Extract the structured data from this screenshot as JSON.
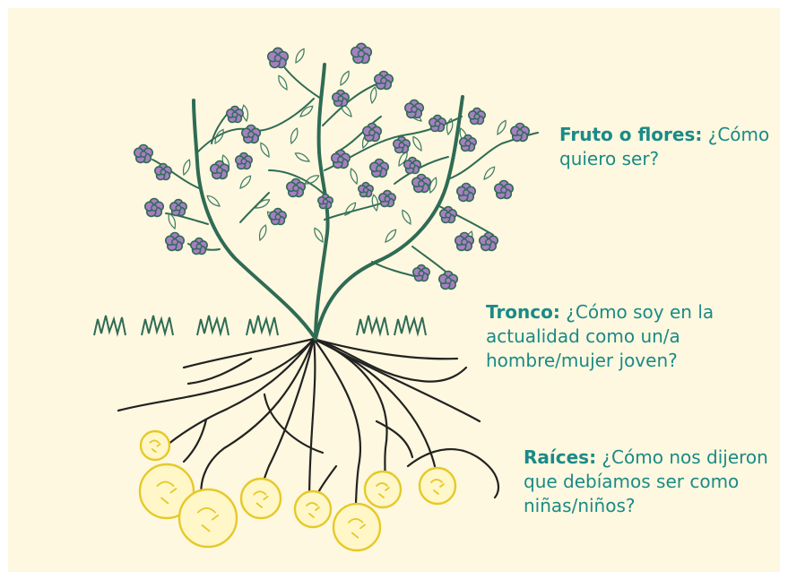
{
  "labels": {
    "fruit": {
      "bold": "Fruto o flores:",
      "text": " ¿Cómo quiero ser?"
    },
    "trunk": {
      "bold": "Tronco:",
      "text": " ¿Cómo soy en la actualidad como un/a hombre/mujer joven?"
    },
    "roots": {
      "bold": "Raíces:",
      "text": "  ¿Cómo nos dijeron que debíamos ser como niñas/niños?"
    }
  },
  "colors": {
    "background": "#fdf8df",
    "stem": "#2f6b55",
    "leaf": "#3c7a62",
    "flower_petal": "#a77fc4",
    "flower_outline": "#2f6b55",
    "root": "#222222",
    "tuber_outline": "#e6c928",
    "tuber_fill": "#fff7c8",
    "grass": "#2f6b55",
    "label_text": "#1a8a87"
  },
  "icons": [
    "flower-icon",
    "leaf-icon",
    "grass-icon",
    "tuber-icon"
  ]
}
